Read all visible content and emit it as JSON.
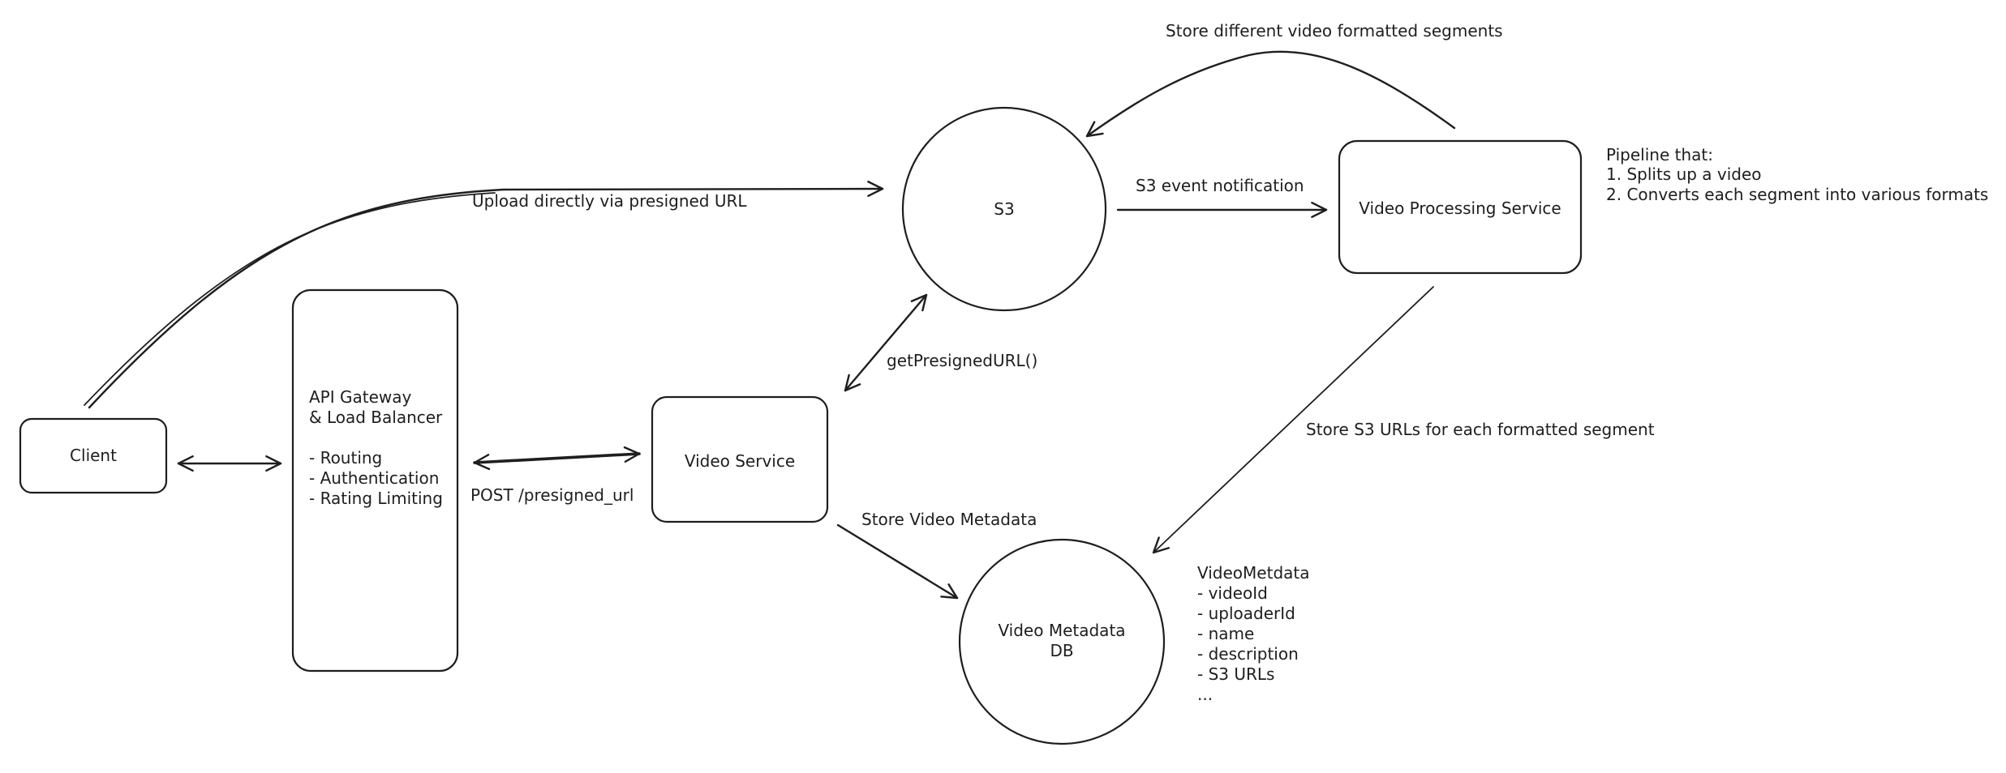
{
  "nodes": {
    "client": "Client",
    "gateway": {
      "title_lines": [
        "API Gateway",
        "& Load Balancer"
      ],
      "bullets": [
        "- Routing",
        "- Authentication",
        "- Rating Limiting"
      ]
    },
    "video_service": "Video Service",
    "s3": "S3",
    "video_processing_service": "Video Processing Service",
    "metadata_db": [
      "Video Metadata",
      "DB"
    ]
  },
  "edge_labels": {
    "upload": "Upload directly via presigned URL",
    "post": "POST /presigned_url",
    "get_url": "getPresignedURL()",
    "store_metadata": "Store Video Metadata",
    "s3_event": "S3 event notification",
    "store_segments": "Store different video formatted segments",
    "store_urls": "Store S3 URLs for each formatted segment"
  },
  "notes": {
    "pipeline": [
      "Pipeline that:",
      "1. Splits up a video",
      "2. Converts each segment into various formats"
    ],
    "metadata_schema": [
      "VideoMetdata",
      "- videoId",
      "- uploaderId",
      "- name",
      "- description",
      "- S3 URLs",
      "..."
    ]
  }
}
